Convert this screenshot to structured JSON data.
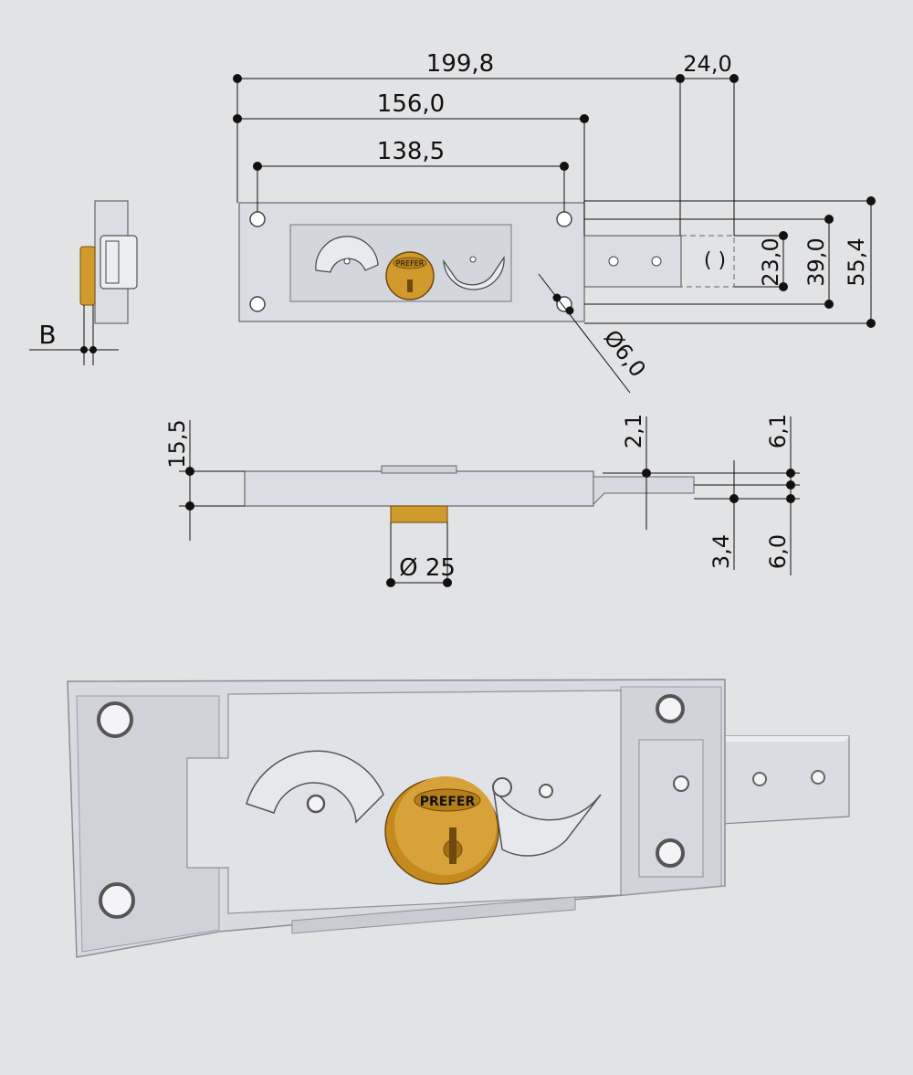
{
  "drawing": {
    "top_view": {
      "overall_length": "199,8",
      "bolt_extension": "24,0",
      "hole_spacing_outer": "156,0",
      "hole_spacing_inner": "138,5",
      "bolt_width": "23,0",
      "mount_height": "39,0",
      "body_height": "55,4",
      "hole_diameter": "Ø6,0"
    },
    "side_view": {
      "dimension_b": "B"
    },
    "front_view": {
      "body_thickness": "15,5",
      "bolt_offset_top": "2,1",
      "bolt_thickness_top": "6,1",
      "bolt_offset_bottom": "3,4",
      "bolt_thickness_bottom": "6,0",
      "cylinder_diameter": "25"
    },
    "cylinder_brand": "PREFER"
  },
  "colors": {
    "background": "#e2e3e5",
    "body": "#dadde3",
    "line": "#111111",
    "cylinder": "#d19a2c"
  }
}
